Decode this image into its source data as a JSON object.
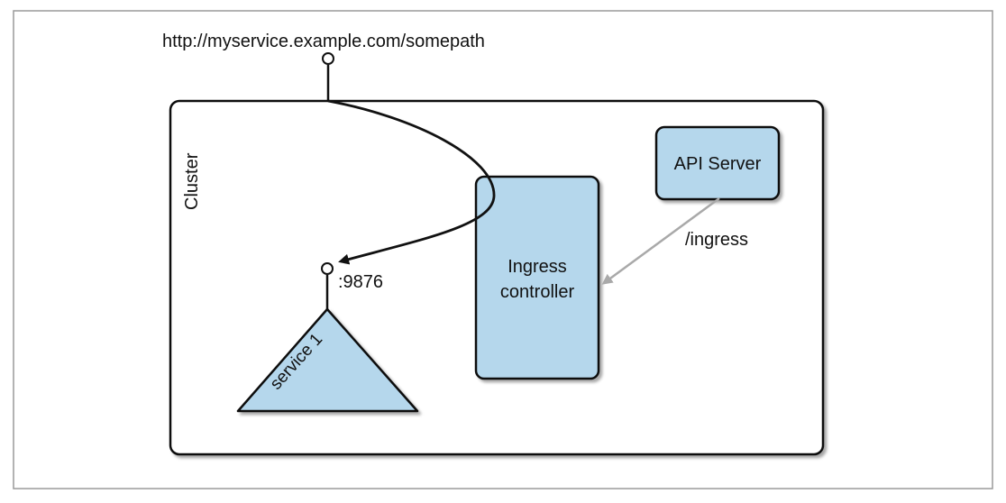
{
  "url_label": "http://myservice.example.com/somepath",
  "cluster_label": "Cluster",
  "api_server_label": "API Server",
  "ingress_controller": {
    "line1": "Ingress",
    "line2": "controller"
  },
  "ingress_path_label": "/ingress",
  "port_label": ":9876",
  "service_label": "service 1",
  "colors": {
    "box_fill": "#b5d7ec",
    "stroke": "#111111",
    "api_arrow": "#a9a9a9",
    "frame": "#9a9a9a"
  }
}
